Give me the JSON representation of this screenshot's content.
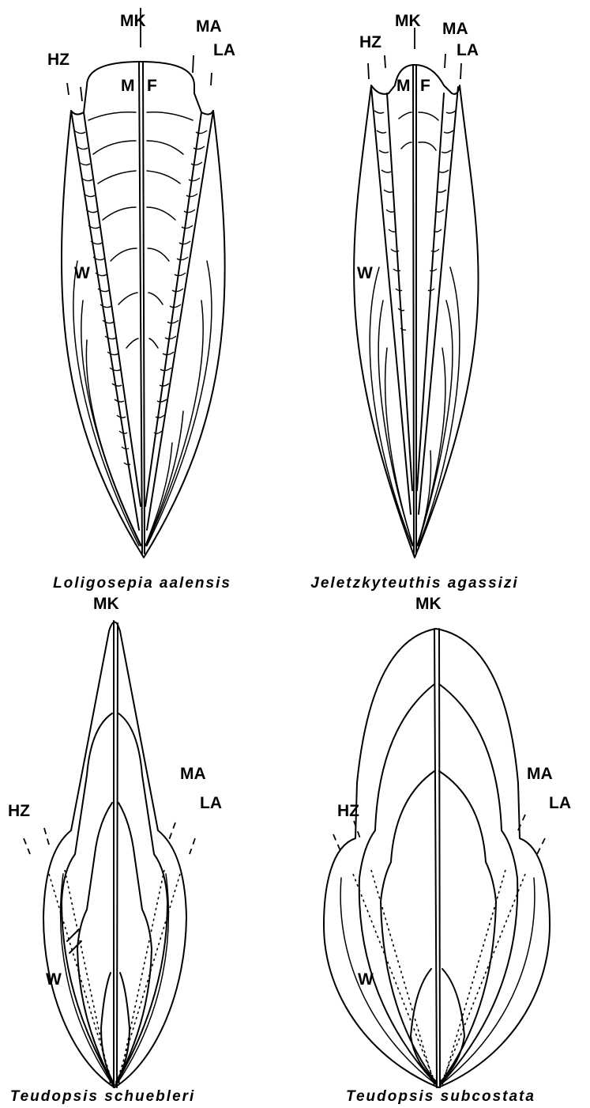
{
  "figures": [
    {
      "species": "Loligosepia aalensis",
      "labels": {
        "mk": "MK",
        "ma": "MA",
        "la": "LA",
        "hz": "HZ",
        "m": "M",
        "f": "F",
        "w": "W"
      }
    },
    {
      "species": "Jeletzkyteuthis agassizi",
      "labels": {
        "mk": "MK",
        "ma": "MA",
        "la": "LA",
        "hz": "HZ",
        "m": "M",
        "f": "F",
        "w": "W"
      }
    },
    {
      "species": "Teudopsis schuebleri",
      "labels": {
        "mk": "MK",
        "ma": "MA",
        "la": "LA",
        "hz": "HZ",
        "w": "W"
      }
    },
    {
      "species": "Teudopsis subcostata",
      "labels": {
        "mk": "MK",
        "ma": "MA",
        "la": "LA",
        "hz": "HZ",
        "w": "W"
      }
    }
  ]
}
